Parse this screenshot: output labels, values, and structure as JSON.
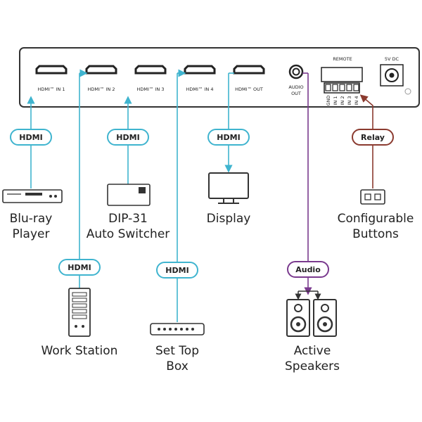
{
  "device": {
    "ports": [
      {
        "label": "HDMI™ IN 1"
      },
      {
        "label": "HDMI™ IN 2"
      },
      {
        "label": "HDMI™ IN 3"
      },
      {
        "label": "HDMI™ IN 4"
      },
      {
        "label": "HDMI™ OUT"
      }
    ],
    "audio_out": [
      "AUDIO",
      "OUT"
    ],
    "remote_label": "REMOTE",
    "remote_pins": [
      "GND",
      "IN 1",
      "IN 2",
      "IN 3",
      "IN 4"
    ],
    "power_label": "5V DC"
  },
  "cables": {
    "hdmi_label": "HDMI",
    "audio_label": "Audio",
    "relay_label": "Relay"
  },
  "devices": {
    "bluray": [
      "Blu-ray",
      "Player"
    ],
    "dip31": [
      "DIP-31",
      "Auto Switcher"
    ],
    "display": [
      "Display"
    ],
    "buttons": [
      "Configurable",
      "Buttons"
    ],
    "workstation": [
      "Work Station"
    ],
    "settop": [
      "Set Top",
      "Box"
    ],
    "speakers": [
      "Active",
      "Speakers"
    ]
  },
  "colors": {
    "hdmi": "#3fb4cf",
    "audio": "#7a3a8e",
    "relay": "#8b3a2f",
    "line": "#333333"
  }
}
